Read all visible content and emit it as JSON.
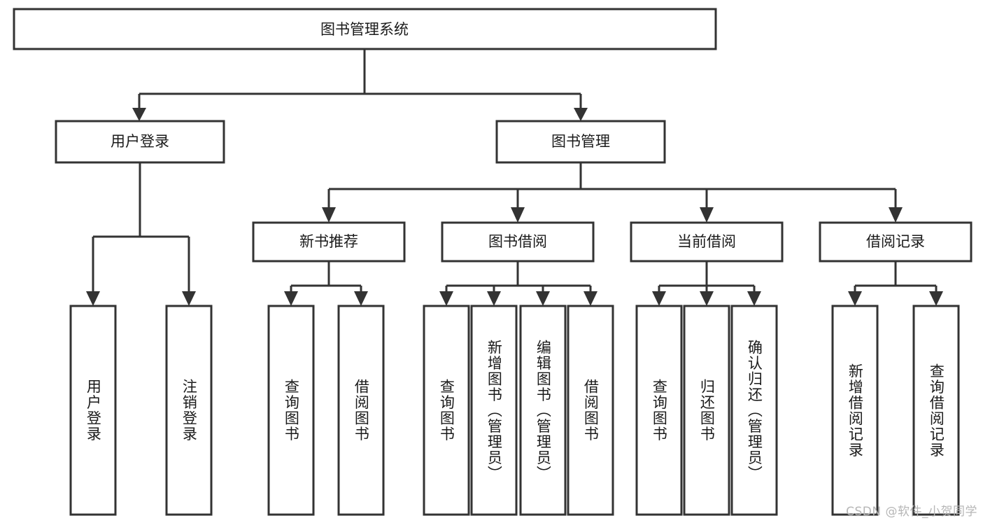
{
  "diagram": {
    "type": "tree-hierarchy",
    "title": "图书管理系统",
    "root": {
      "id": "root",
      "label": "图书管理系统",
      "orientation": "horizontal"
    },
    "level1": [
      {
        "id": "user-login",
        "label": "用户登录",
        "orientation": "horizontal"
      },
      {
        "id": "book-management",
        "label": "图书管理",
        "orientation": "horizontal"
      }
    ],
    "level2": [
      {
        "id": "new-book-recommend",
        "label": "新书推荐",
        "parent": "book-management",
        "orientation": "horizontal"
      },
      {
        "id": "book-borrow",
        "label": "图书借阅",
        "parent": "book-management",
        "orientation": "horizontal"
      },
      {
        "id": "current-borrow",
        "label": "当前借阅",
        "parent": "book-management",
        "orientation": "horizontal"
      },
      {
        "id": "borrow-record",
        "label": "借阅记录",
        "parent": "book-management",
        "orientation": "horizontal"
      }
    ],
    "leaves": [
      {
        "id": "leaf-user-login",
        "label": "用户登录",
        "parent": "user-login",
        "orientation": "vertical"
      },
      {
        "id": "leaf-user-logout",
        "label": "注销登录",
        "parent": "user-login",
        "orientation": "vertical"
      },
      {
        "id": "leaf-query-book-1",
        "label": "查询图书",
        "parent": "new-book-recommend",
        "orientation": "vertical"
      },
      {
        "id": "leaf-borrow-book-1",
        "label": "借阅图书",
        "parent": "new-book-recommend",
        "orientation": "vertical"
      },
      {
        "id": "leaf-query-book-2",
        "label": "查询图书",
        "parent": "book-borrow",
        "orientation": "vertical"
      },
      {
        "id": "leaf-add-book",
        "label": "新增图书（管理员）",
        "parent": "book-borrow",
        "orientation": "vertical"
      },
      {
        "id": "leaf-edit-book",
        "label": "编辑图书（管理员）",
        "parent": "book-borrow",
        "orientation": "vertical"
      },
      {
        "id": "leaf-borrow-book-2",
        "label": "借阅图书",
        "parent": "book-borrow",
        "orientation": "vertical"
      },
      {
        "id": "leaf-query-book-3",
        "label": "查询图书",
        "parent": "current-borrow",
        "orientation": "vertical"
      },
      {
        "id": "leaf-return-book",
        "label": "归还图书",
        "parent": "current-borrow",
        "orientation": "vertical"
      },
      {
        "id": "leaf-confirm-return",
        "label": "确认归还（管理员）",
        "parent": "current-borrow",
        "orientation": "vertical"
      },
      {
        "id": "leaf-add-record",
        "label": "新增借阅记录",
        "parent": "borrow-record",
        "orientation": "vertical"
      },
      {
        "id": "leaf-query-record",
        "label": "查询借阅记录",
        "parent": "borrow-record",
        "orientation": "vertical"
      }
    ],
    "colors": {
      "box_stroke": "#333333",
      "box_fill": "#ffffff",
      "connector": "#333333",
      "text": "#1a1a1a",
      "watermark": "#b6b6b6",
      "background": "#ffffff"
    }
  },
  "watermark": {
    "text": "CSDN @软件_小贺同学"
  }
}
